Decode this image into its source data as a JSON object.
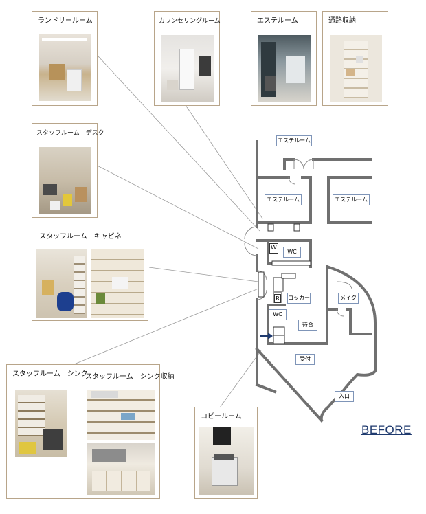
{
  "rooms": {
    "este_top": "エステルーム",
    "este_left": "エステルーム",
    "este_right": "エステルーム",
    "wc_upper": "WC",
    "wc_lower": "WC",
    "w_mark": "W",
    "r_mark": "R",
    "locker": "ロッカー",
    "makeup": "メイク",
    "waiting": "待合",
    "reception": "受付",
    "entrance": "入口"
  },
  "photos": {
    "laundry": "ランドリールーム",
    "counseling": "カウンセリングルーム",
    "este": "エステルーム",
    "corridor_storage": "通路収納",
    "staff_desk": "スタッフルーム　デスク",
    "staff_cabinet": "スタッフルーム　キャビネ",
    "staff_sink": "スタッフルーム　シンク",
    "staff_sink_storage": "スタッフルーム　シンク収納",
    "copy_room": "コピールーム"
  },
  "label": "BEFORE"
}
